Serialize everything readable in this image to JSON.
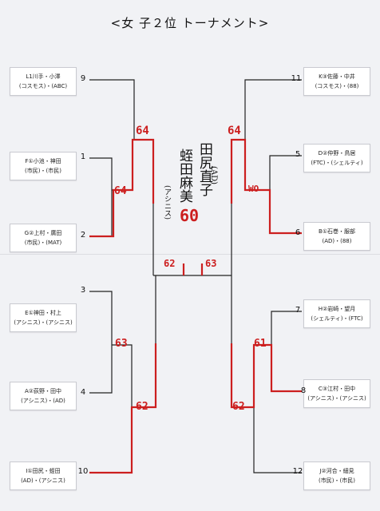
{
  "title": "<女 子２位 トーナメント>",
  "teams": {
    "L1": {
      "line1": "L1川手・小澤",
      "line2": "(コスモス)・(ABC)",
      "seed": "9"
    },
    "F1": {
      "line1": "F①小池・神田",
      "line2": "(市民)・(市民)",
      "seed": "1"
    },
    "G2": {
      "line1": "G②上村・廣田",
      "line2": "(市民)・(MAT)",
      "seed": "2"
    },
    "E1": {
      "line1": "E①神田・村上",
      "line2": "(アシニス)・(アシニス)",
      "seed": "3"
    },
    "A2": {
      "line1": "A②荻野・田中",
      "line2": "(アシニス)・(AD)",
      "seed": "4"
    },
    "I1": {
      "line1": "I①田尻・蛭田",
      "line2": "(AD)・(アシニス)",
      "seed": "10"
    },
    "K3": {
      "line1": "K③佐藤・中井",
      "line2": "(コスモス)・(88)",
      "seed": "11"
    },
    "D2": {
      "line1": "D②仲野・鳥居",
      "line2": "(FTC)・(シェルティ)",
      "seed": "5"
    },
    "B1": {
      "line1": "B①石巻・服部",
      "line2": "(AD)・(88)",
      "seed": "6"
    },
    "H2": {
      "line1": "H②岩崎・望月",
      "line2": "(シェルティ)・(FTC)",
      "seed": "7"
    },
    "C3": {
      "line1": "C③江村・田中",
      "line2": "(アシニス)・(アシニス)",
      "seed": "8"
    },
    "J2": {
      "line1": "J②河合・細見",
      "line2": "(市民)・(市民)",
      "seed": "12"
    }
  },
  "scores": {
    "left_top_semi": "64",
    "left_top_qf": "64",
    "left_bottom_qf": "63",
    "left_bottom_semi": "62",
    "right_top_semi": "64",
    "right_top_qf": "WO",
    "right_bottom_qf": "61",
    "right_bottom_semi": "62",
    "final_left": "62",
    "final_right": "63",
    "final_result": "60"
  },
  "champion": {
    "name1": "田尻直子",
    "club1": "(AD)",
    "name2": "蛭田麻美",
    "club2": "(アシニス)"
  },
  "colors": {
    "win_line": "#cc1f1f",
    "line": "#222222"
  }
}
